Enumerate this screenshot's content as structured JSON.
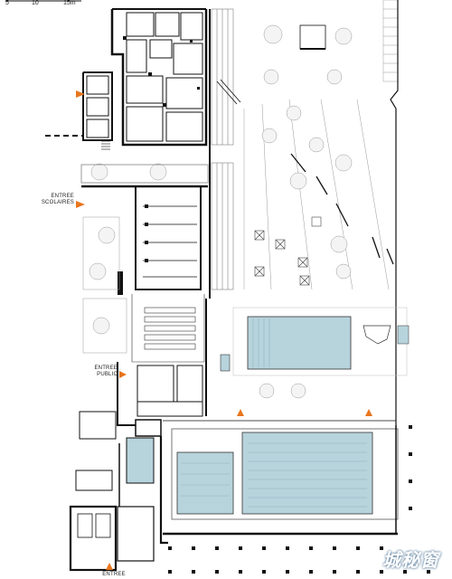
{
  "scale_bar": {
    "ticks": [
      "5",
      "10",
      "15m"
    ]
  },
  "labels": {
    "entree_scolaires": [
      "ENTREE",
      "SCOLAIRES"
    ],
    "entree_public": [
      "ENTREE",
      "PUBLIC"
    ],
    "entree_bottom": "ENTREE"
  },
  "colors": {
    "wall": "#111111",
    "thin_line": "#8a8a8a",
    "pool_water": "#b7d3dc",
    "pool_lane": "#8fb4c0",
    "arrow": "#e8761e",
    "tree": "#9a9a9a"
  },
  "watermark": "城秘窗"
}
